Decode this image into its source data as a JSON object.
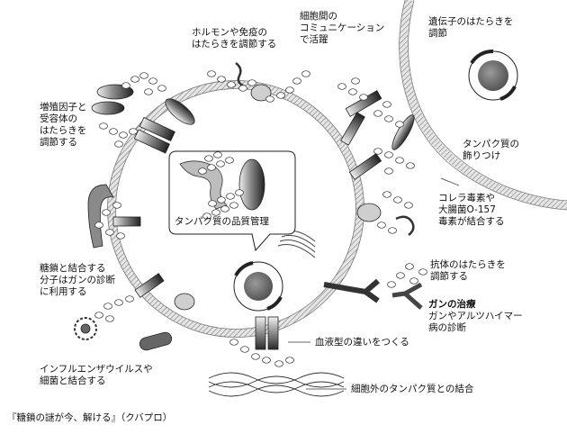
{
  "labels": {
    "hormone": [
      "ホルモンや免疫の",
      "はたらきを調節する"
    ],
    "communication": [
      "細胞間の",
      "コミュニケーション",
      "で活躍"
    ],
    "gene": [
      "遺伝子のはたらきを",
      "調節"
    ],
    "growth": [
      "増殖因子と",
      "受容体の",
      "はたらきを",
      "調節する"
    ],
    "decoration": [
      "タンパク質の",
      "飾りつけ"
    ],
    "quality": "タンパク質の品質管理",
    "cholera": [
      "コレラ毒素や",
      "大腸菌O-157",
      "毒素が結合する"
    ],
    "diagnosis": [
      "糖鎖と結合する",
      "分子はガンの診断",
      "に利用する"
    ],
    "antibody": [
      "抗体のはたらきを",
      "調節する"
    ],
    "cancer": [
      "ガンの治療",
      "ガンやアルツハイマー",
      "病の診断"
    ],
    "blood": "血液型の違いをつくる",
    "influenza": [
      "インフルエンザウイルスや",
      "細菌と結合する"
    ],
    "extracellular": "細胞外のタンパク質との結合"
  },
  "caption": "『糖鎖の謎が今、解ける』（クバプロ）",
  "colors": {
    "ink": "#111111",
    "membrane": "#bdbdbd",
    "dark": "#555555",
    "light": "#ffffff"
  }
}
